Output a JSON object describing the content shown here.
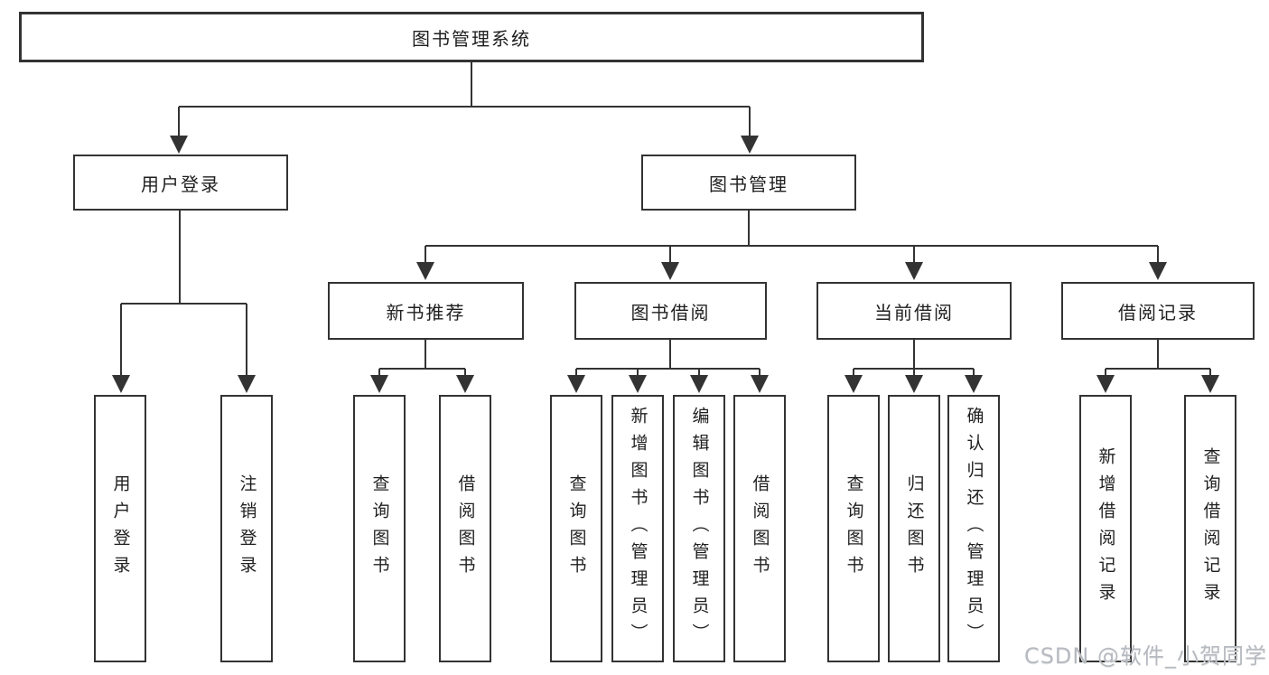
{
  "diagram": {
    "root": {
      "label": "图书管理系统"
    },
    "level2": [
      {
        "label": "用户登录"
      },
      {
        "label": "图书管理"
      }
    ],
    "level3": [
      {
        "label": "新书推荐"
      },
      {
        "label": "图书借阅"
      },
      {
        "label": "当前借阅"
      },
      {
        "label": "借阅记录"
      }
    ],
    "leaves": {
      "user_login": [
        {
          "label": "用户登录"
        },
        {
          "label": "注销登录"
        }
      ],
      "new_book": [
        {
          "label": "查询图书"
        },
        {
          "label": "借阅图书"
        }
      ],
      "book_borrow": [
        {
          "label": "查询图书"
        },
        {
          "label": "新增图书（管理员）"
        },
        {
          "label": "编辑图书（管理员）"
        },
        {
          "label": "借阅图书"
        }
      ],
      "current_borrow": [
        {
          "label": "查询图书"
        },
        {
          "label": "归还图书"
        },
        {
          "label": "确认归还（管理员）"
        }
      ],
      "borrow_record": [
        {
          "label": "新增借阅记录"
        },
        {
          "label": "查询借阅记录"
        }
      ]
    }
  },
  "watermark": {
    "text": "CSDN @软件_小贺同学"
  },
  "colors": {
    "line": "#333333",
    "text": "#1f1f1f",
    "background": "#ffffff",
    "watermark": "#b6bac0"
  }
}
